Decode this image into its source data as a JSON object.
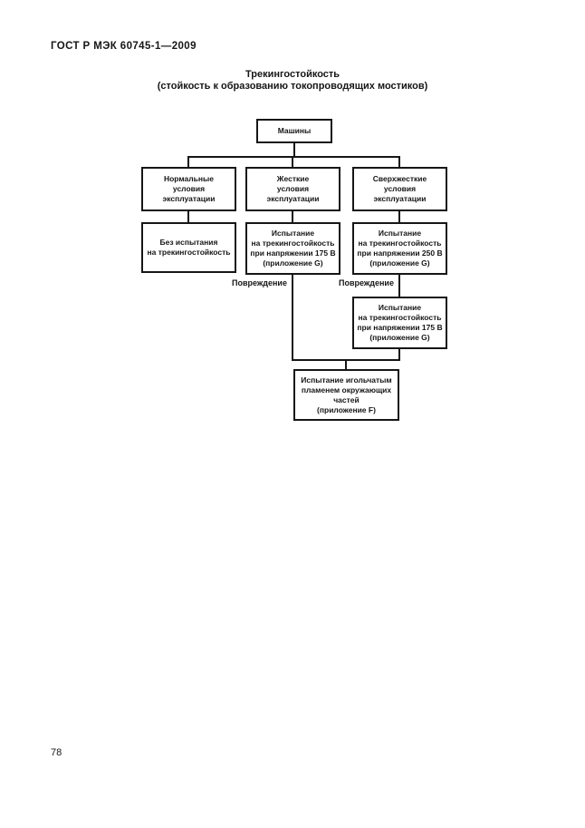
{
  "page": {
    "header": "ГОСТ Р МЭК 60745-1—2009",
    "page_number": "78"
  },
  "figure": {
    "title_line1": "Трекингостойкость",
    "title_line2": "(стойкость к образованию токопроводящих мостиков)",
    "colors": {
      "ink": "#161616",
      "paper": "#ffffff"
    },
    "nodes": {
      "root": "Машины",
      "normal_conditions": "Нормальные\nусловия\nэксплуатации",
      "severe_conditions": "Жесткие\nусловия\nэксплуатации",
      "very_severe_conditions": "Сверхжесткие\nусловия\nэксплуатации",
      "no_test": "Без испытания\nна трекингостойкость",
      "test_175": "Испытание\nна трекингостойкость\nпри напряжении 175 В\n(приложение G)",
      "test_250": "Испытание\nна трекингостойкость\nпри напряжении 250 В\n(приложение G)",
      "retest_175": "Испытание\nна трекингостойкость\nпри напряжении 175 В\n(приложение G)",
      "needle_flame": "Испытание игольчатым\nпламенем окружающих\nчастей\n(приложение F)"
    },
    "labels": {
      "damage_left": "Повреждение",
      "damage_right": "Повреждение"
    }
  }
}
